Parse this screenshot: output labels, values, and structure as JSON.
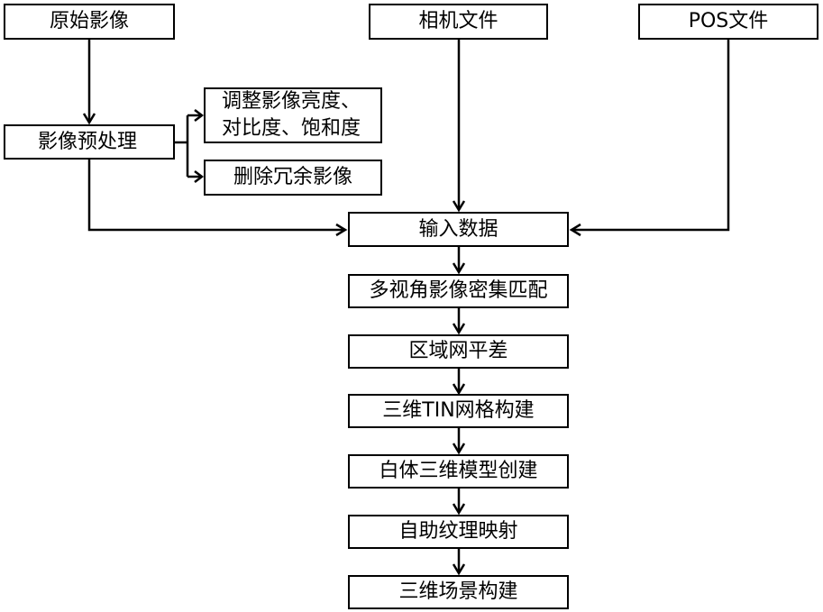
{
  "nodes": {
    "raw_images": "原始影像",
    "camera_file": "相机文件",
    "pos_file": "POS文件",
    "preprocess": "影像预处理",
    "adjust_line1": "调整影像亮度、",
    "adjust_line2": "对比度、饱和度",
    "delete_redundant": "删除冗余影像",
    "input_data": "输入数据",
    "dense_matching": "多视角影像密集匹配",
    "block_adjustment": "区域网平差",
    "tin_mesh": "三维TIN网格构建",
    "white_model": "白体三维模型创建",
    "texture_mapping": "自助纹理映射",
    "scene_build": "三维场景构建"
  },
  "colors": {
    "line": "#000000",
    "box_border": "#000000",
    "background": "#ffffff"
  }
}
